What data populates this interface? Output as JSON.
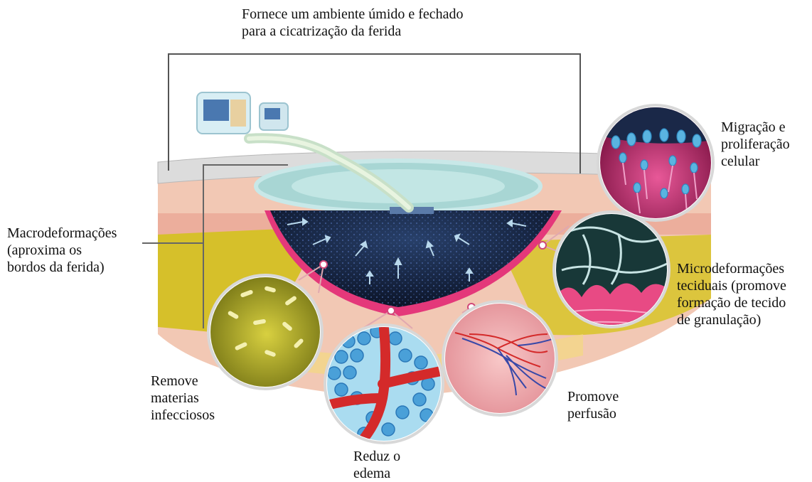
{
  "labels": {
    "top": [
      "Fornece um ambiente úmido e fechado",
      "para a cicatrização da ferida"
    ],
    "macro": [
      "Macrodeformações",
      "(aproxima os",
      "bordos da ferida)"
    ],
    "migration": [
      "Migração e",
      "proliferação",
      "celular"
    ],
    "micro": [
      "Microdeformações",
      "teciduais (promove",
      "formação de tecido",
      "de granulação)"
    ],
    "remove": [
      "Remove",
      "materias",
      "infecciosos"
    ],
    "edema": [
      "Reduz o",
      "edema"
    ],
    "perfusion": [
      "Promove",
      "perfusão"
    ]
  },
  "colors": {
    "line": "#555555",
    "skin_pink": "#f0b8a8",
    "fat_yellow": "#d8c020",
    "foam_dark": "#101830",
    "wound_red": "#e03070",
    "film_grey": "#d8d8d8",
    "drape_teal": "#a8d8d8",
    "cell_blue": "#5ab4e0",
    "vessel_red": "#d02828",
    "bacteria_bg": "#b8b820"
  },
  "icons": [
    "vac-device-icon",
    "tubing-icon",
    "foam-dressing-icon",
    "magnifier-circle-icon"
  ]
}
